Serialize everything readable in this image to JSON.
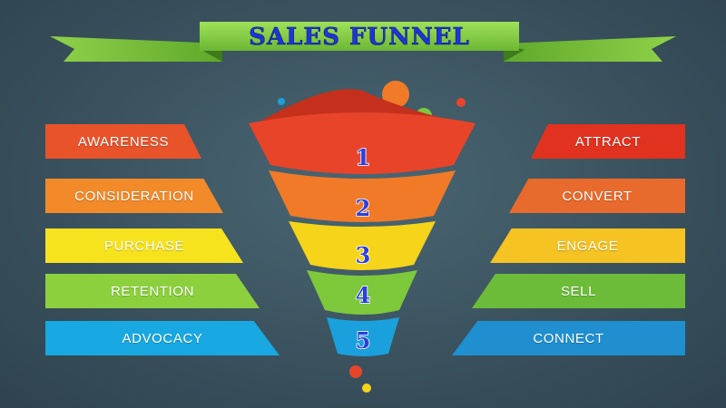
{
  "title": "SALES FUNNEL",
  "stages": [
    {
      "number": "1",
      "left": "AWARENESS",
      "right": "ATTRACT",
      "color": "#e8442a"
    },
    {
      "number": "2",
      "left": "CONSIDERATION",
      "right": "CONVERT",
      "color": "#f07a28"
    },
    {
      "number": "3",
      "left": "PURCHASE",
      "right": "ENGAGE",
      "color": "#f5d419"
    },
    {
      "number": "4",
      "left": "RETENTION",
      "right": "SELL",
      "color": "#7ec83c"
    },
    {
      "number": "5",
      "left": "ADVOCACY",
      "right": "CONNECT",
      "color": "#1aa0dc"
    }
  ],
  "colors": {
    "background": "#3d5561",
    "ribbon_green": "#7cc43a",
    "title_blue": "#1e35d8"
  }
}
